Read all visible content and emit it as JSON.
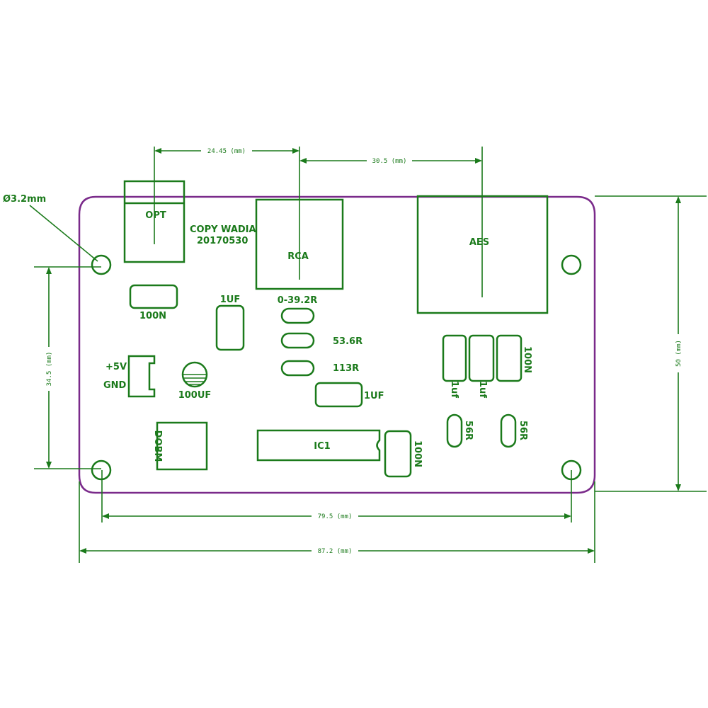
{
  "board": {
    "title_line1": "COPY WADIA",
    "title_line2": "20170530"
  },
  "hole_label": "Ø3.2mm",
  "components": {
    "opt": "OPT",
    "rca": "RCA",
    "aes": "AES",
    "cap_100n_top": "100N",
    "cap_1uf_left": "1UF",
    "res_0_39_2r": "0-39.2R",
    "res_53_6r": "53.6R",
    "res_113r": "113R",
    "cap_1uf_mid": "1UF",
    "power_5v": "+5V",
    "power_gnd": "GND",
    "cap_100uf": "100UF",
    "dobm": "DOBM",
    "ic1": "IC1",
    "cap_100n_ic": "100N",
    "cap_1uf_a": "1uf",
    "cap_1uf_b": "1uf",
    "cap_100n_right": "100N",
    "res_56r_a": "56R",
    "res_56r_b": "56R"
  },
  "dimensions": {
    "opt_to_rca": "24.45 (mm)",
    "rca_to_aes": "30.5 (mm)",
    "hole_spacing_vertical": "34.5 (mm)",
    "board_height": "50 (mm)",
    "hole_spacing_horizontal": "79.5 (mm)",
    "board_width": "87.2 (mm)"
  },
  "colors": {
    "silkscreen": "#1b7a1b",
    "board_outline": "#7a2a8a"
  }
}
